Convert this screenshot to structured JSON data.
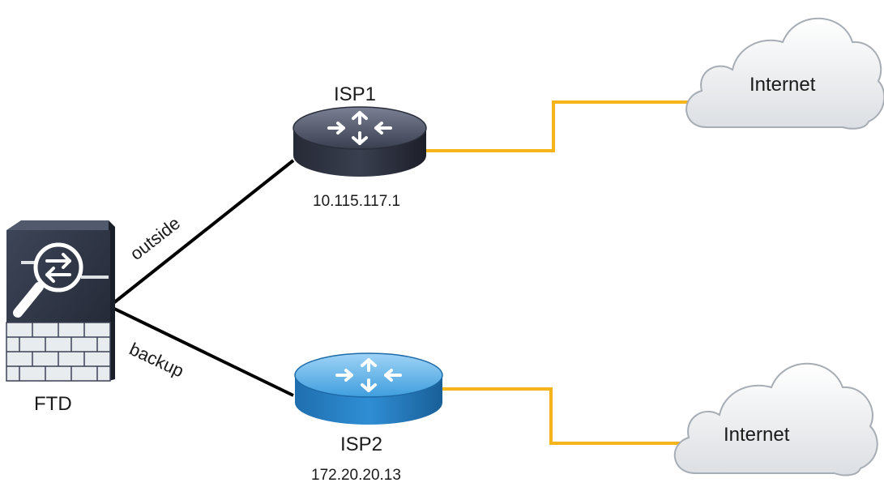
{
  "devices": {
    "firewall": {
      "label": "FTD"
    },
    "isp1": {
      "label": "ISP1",
      "ip": "10.115.117.1"
    },
    "isp2": {
      "label": "ISP2",
      "ip": "172.20.20.13"
    }
  },
  "links": {
    "outside": "outside",
    "backup": "backup"
  },
  "clouds": {
    "top": "Internet",
    "bottom": "Internet"
  },
  "colors": {
    "internet_link": "#f5b51a",
    "ethernet_link": "#000000",
    "isp1_router": "#2e3340",
    "isp2_router": "#2a86c8",
    "firewall": "#2c3242"
  }
}
